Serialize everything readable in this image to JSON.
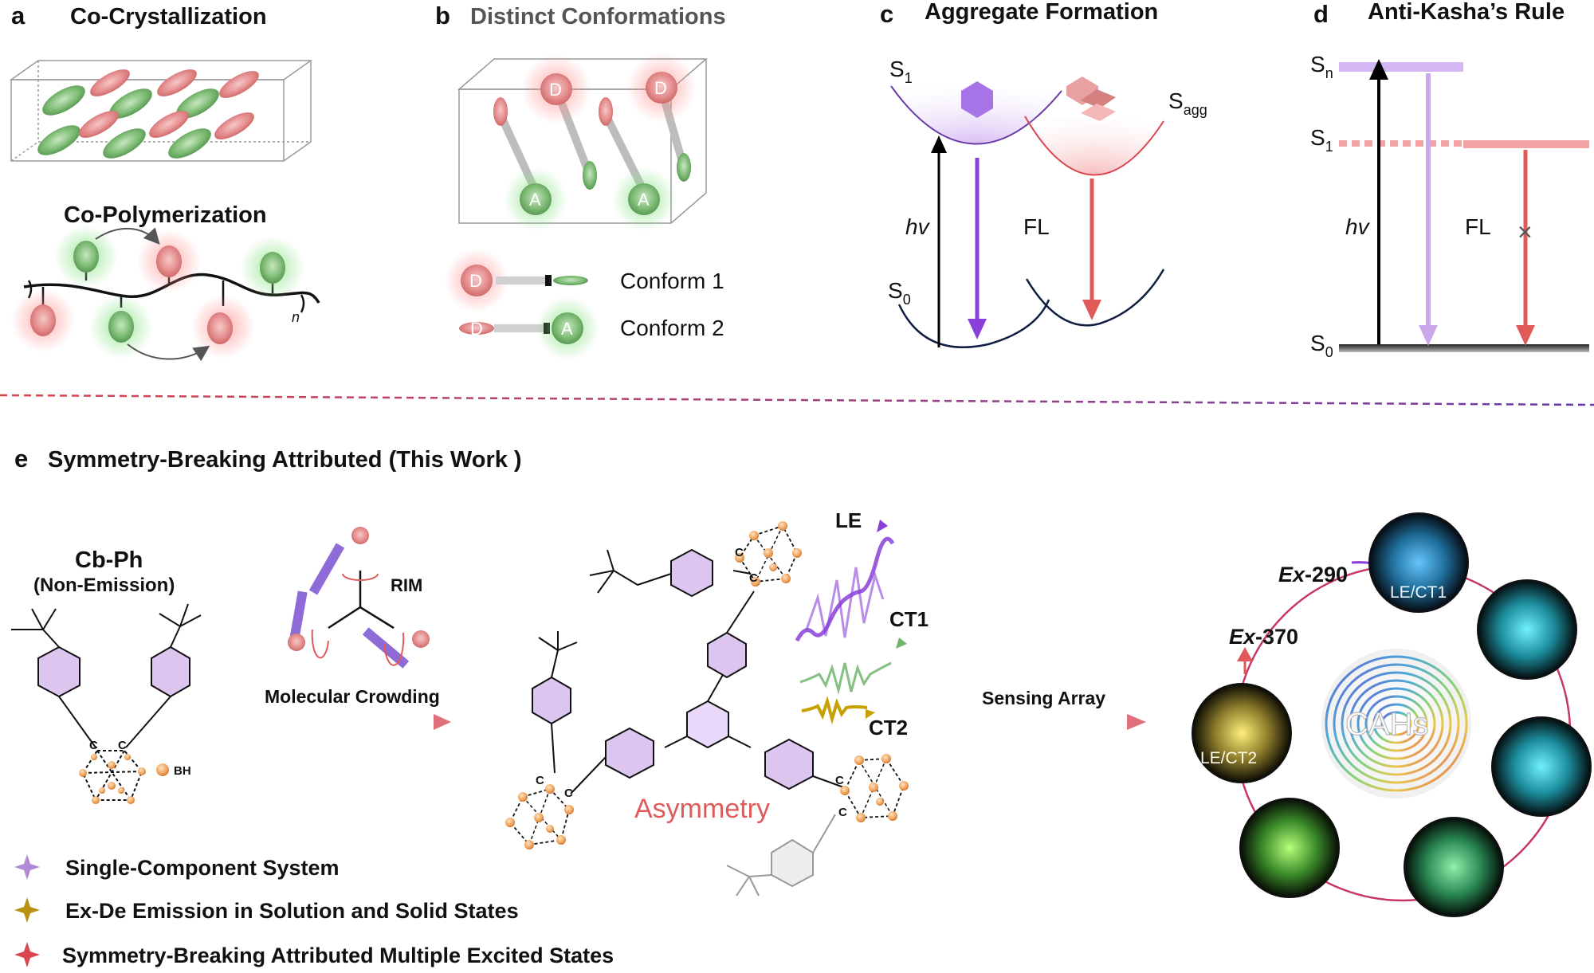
{
  "panel_a": {
    "letter": "a",
    "title": "Co-Crystallization",
    "subtitle": "Co-Polymerization",
    "n": "n"
  },
  "panel_b": {
    "letter": "b",
    "title": "Distinct Conformations",
    "donor": "D",
    "acceptor": "A",
    "conform1": "Conform 1",
    "conform2": "Conform 2"
  },
  "panel_c": {
    "letter": "c",
    "title": "Aggregate Formation",
    "s1": "S",
    "s1_sub": "1",
    "sagg": "S",
    "sagg_sub": "agg",
    "s0": "S",
    "s0_sub": "0",
    "hv": "hv",
    "fl": "FL"
  },
  "panel_d": {
    "letter": "d",
    "title": "Anti-Kasha’s Rule",
    "sn": "S",
    "sn_sub": "n",
    "s1": "S",
    "s1_sub": "1",
    "s0": "S",
    "s0_sub": "0",
    "hv": "hv",
    "fl": "FL",
    "cross": "×"
  },
  "panel_e": {
    "letter": "e",
    "title": "Symmetry-Breaking Attributed (This Work )",
    "cbph": "Cb-Ph",
    "non_emission": "(Non-Emission)",
    "bh": "BH",
    "rim": "RIM",
    "molecular_crowding": "Molecular Crowding",
    "asymmetry": "Asymmetry",
    "le": "LE",
    "ct1": "CT1",
    "ct2": "CT2",
    "sensing_array": "Sensing Array",
    "ex290_a": "Ex",
    "ex290_b": "-290",
    "ex370_a": "Ex",
    "ex370_b": "-370",
    "le_ct1": "LE/CT1",
    "le_ct2": "LE/CT2",
    "cahs": "CAHs",
    "carbon": "C",
    "features": [
      {
        "text": "Single-Component System",
        "color": "#b38ad6"
      },
      {
        "text": "Ex-De Emission in Solution and Solid States",
        "color": "#b8900f"
      },
      {
        "text": "Symmetry-Breaking Attributed Multiple Excited States",
        "color": "#d9464f"
      }
    ]
  },
  "colors": {
    "purple": "#8a3fd8",
    "lavender": "#c9a8ec",
    "red": "#de4b4b",
    "green": "#6fb56a",
    "pink": "#e98a8a",
    "orange": "#f4a460",
    "gold": "#c8a000"
  }
}
